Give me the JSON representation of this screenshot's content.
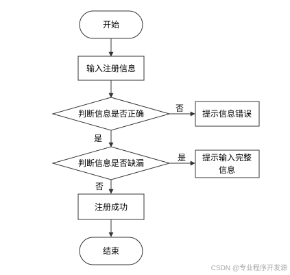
{
  "flowchart": {
    "nodes": {
      "start": "开始",
      "input_info": "输入注册信息",
      "check_correct": "判断信息是否正确",
      "prompt_error": "提示信息错误",
      "check_missing": "判断信息是否缺漏",
      "prompt_complete_line1": "提示输入完整",
      "prompt_complete_line2": "信息",
      "register_success": "注册成功",
      "end": "结束"
    },
    "edge_labels": {
      "correct_no": "否",
      "correct_yes": "是",
      "missing_yes": "是",
      "missing_no": "否"
    }
  },
  "watermark": "CSDN @专业程序开发源"
}
